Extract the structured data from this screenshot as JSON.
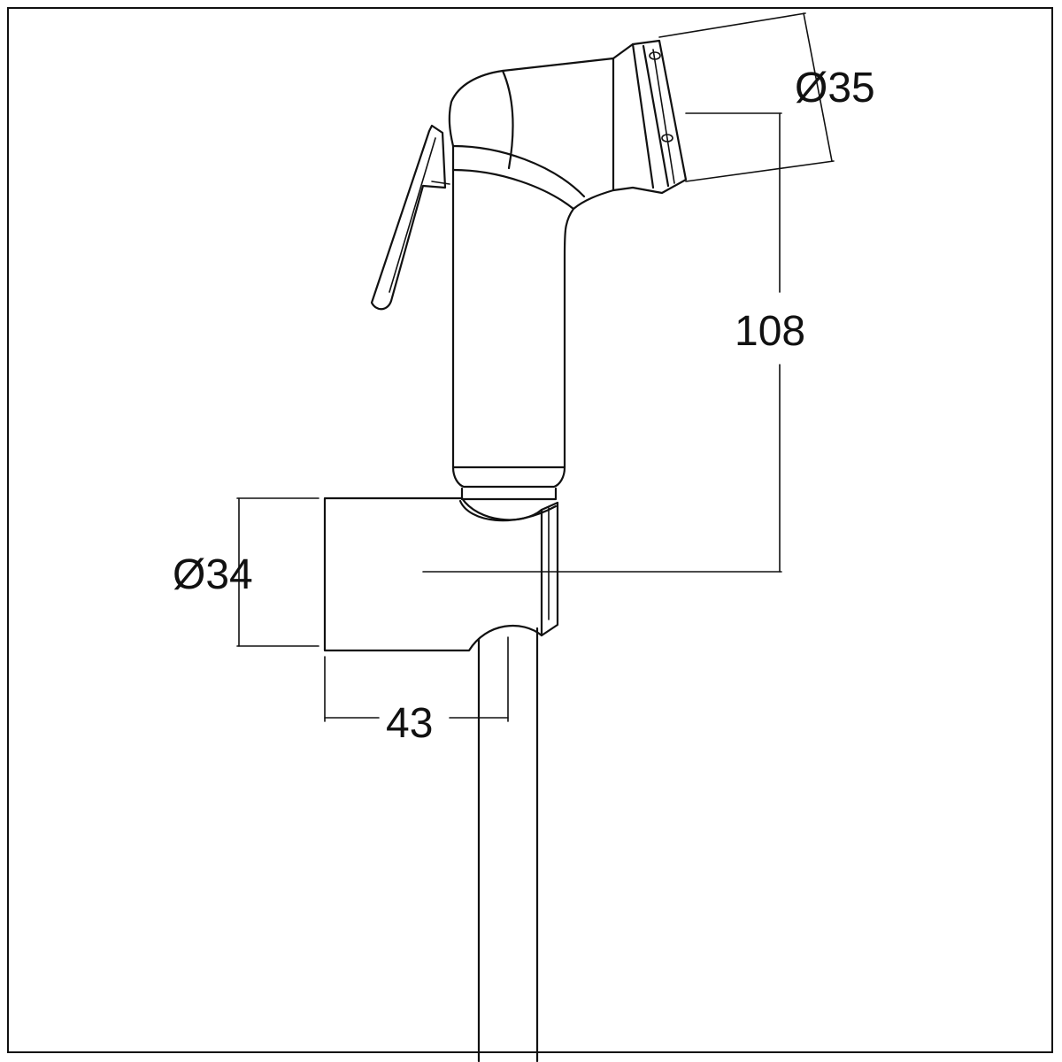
{
  "dimensions": {
    "nozzle_diameter": "Ø35",
    "height": "108",
    "holder_diameter": "Ø34",
    "holder_width": "43"
  },
  "colors": {
    "line": "#111111",
    "background": "#ffffff"
  }
}
